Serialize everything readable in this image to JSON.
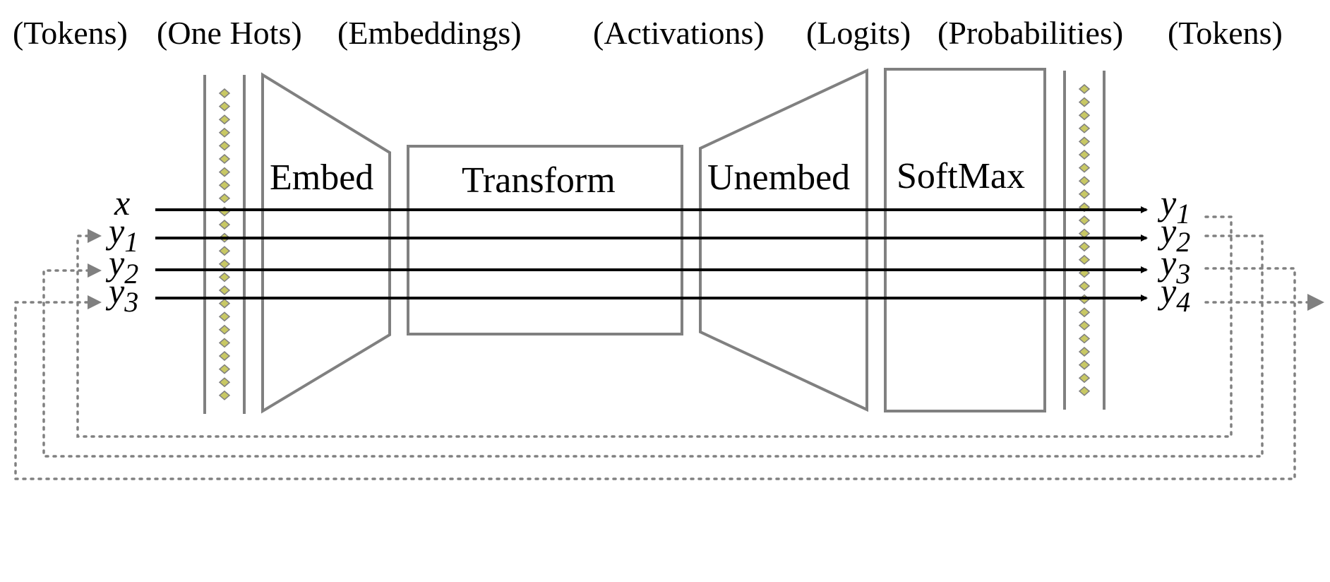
{
  "headers": {
    "tokens_in": "(Tokens)",
    "one_hots": "(One Hots)",
    "embeddings": "(Embeddings)",
    "activations": "(Activations)",
    "logits": "(Logits)",
    "probabilities": "(Probabilities)",
    "tokens_out": "(Tokens)"
  },
  "blocks": {
    "embed": "Embed",
    "transform": "Transform",
    "unembed": "Unembed",
    "softmax": "SoftMax"
  },
  "inputs": [
    {
      "base": "x",
      "sub": ""
    },
    {
      "base": "y",
      "sub": "1"
    },
    {
      "base": "y",
      "sub": "2"
    },
    {
      "base": "y",
      "sub": "3"
    }
  ],
  "outputs": [
    {
      "base": "y",
      "sub": "1"
    },
    {
      "base": "y",
      "sub": "2"
    },
    {
      "base": "y",
      "sub": "3"
    },
    {
      "base": "y",
      "sub": "4"
    }
  ],
  "colors": {
    "outline": "#808080",
    "arrow": "#000000",
    "diamond_fill": "#c8c864"
  }
}
